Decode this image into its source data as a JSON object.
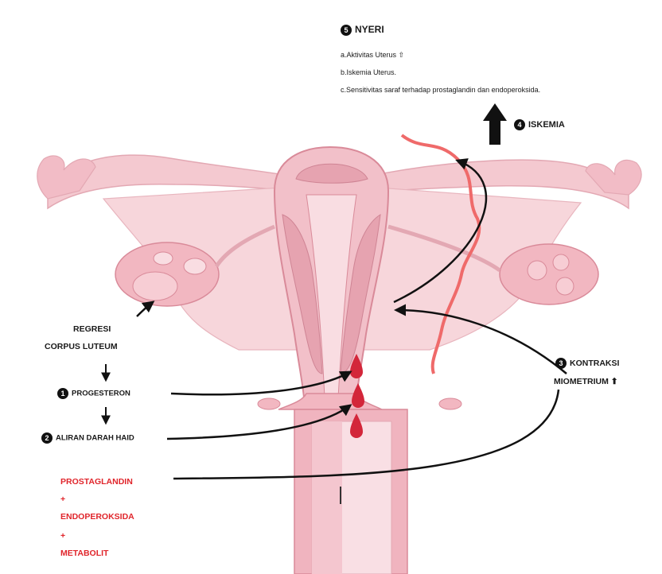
{
  "pain": {
    "number": "5",
    "title": "NYERI",
    "items": [
      "a.Aktivitas Uterus ⇧",
      "b.Iskemia Uterus.",
      "c.Sensitivitas saraf terhadap  prostaglandin  dan endoperoksida."
    ]
  },
  "ischemia": {
    "number": "4",
    "label": "ISKEMIA"
  },
  "regression": {
    "line1": "REGRESI",
    "line2": "CORPUS LUTEUM"
  },
  "progesterone": {
    "number": "1",
    "label": "PROGESTERON"
  },
  "menstrual_flow": {
    "number": "2",
    "label": "ALIRAN DARAH HAID"
  },
  "contraction": {
    "number": "3",
    "line1": "KONTRAKSI",
    "line2": "MIOMETRIUM"
  },
  "mediators": [
    "PROSTAGLANDIN",
    "+",
    "ENDOPEROKSIDA",
    "+",
    "METABOLIT"
  ],
  "colors": {
    "tissue": "#f2c4cc",
    "tissue_dark": "#e59fad",
    "muscle": "#e6a3b0",
    "vessel": "#ef6a6a",
    "blood": "#d3263a",
    "mediator_text": "#e0252b",
    "ink": "#111111"
  }
}
